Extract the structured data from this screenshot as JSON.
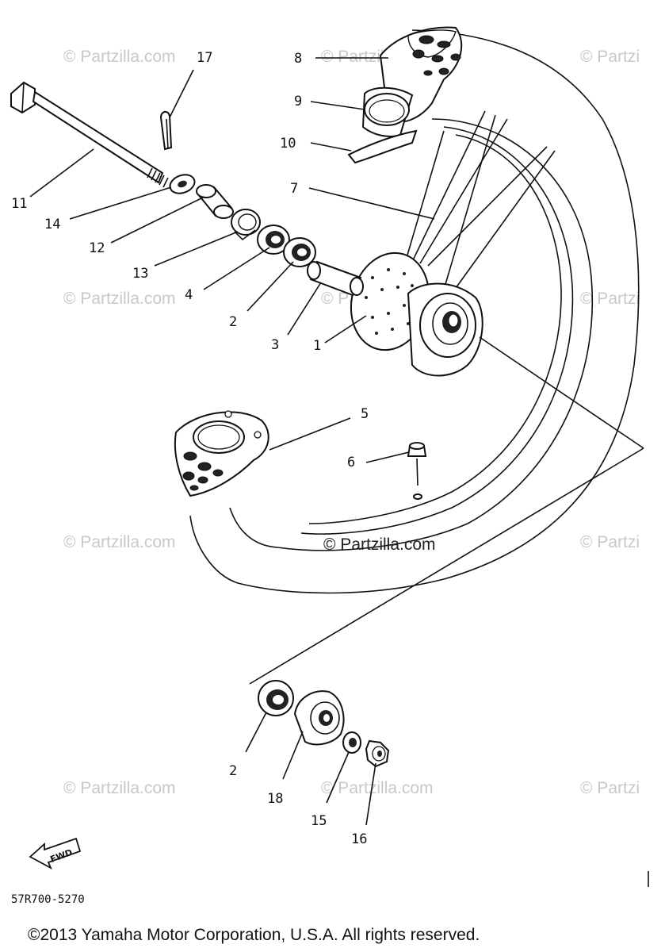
{
  "diagram": {
    "drawing_code": "57R700-5270",
    "copyright": "©2013 Yamaha Motor Corporation, U.S.A. All rights reserved.",
    "center_watermark": "© Partzilla.com",
    "watermark_text": "© Partzilla.com",
    "watermark_partial": "© Partzi",
    "fwd_label": "FWD",
    "callouts": {
      "c1": "1",
      "c2a": "2",
      "c2b": "2",
      "c3": "3",
      "c4": "4",
      "c5": "5",
      "c6": "6",
      "c7": "7",
      "c8": "8",
      "c9": "9",
      "c10": "10",
      "c11": "11",
      "c12": "12",
      "c13": "13",
      "c14": "14",
      "c15": "15",
      "c16": "16",
      "c17": "17",
      "c18": "18"
    }
  }
}
